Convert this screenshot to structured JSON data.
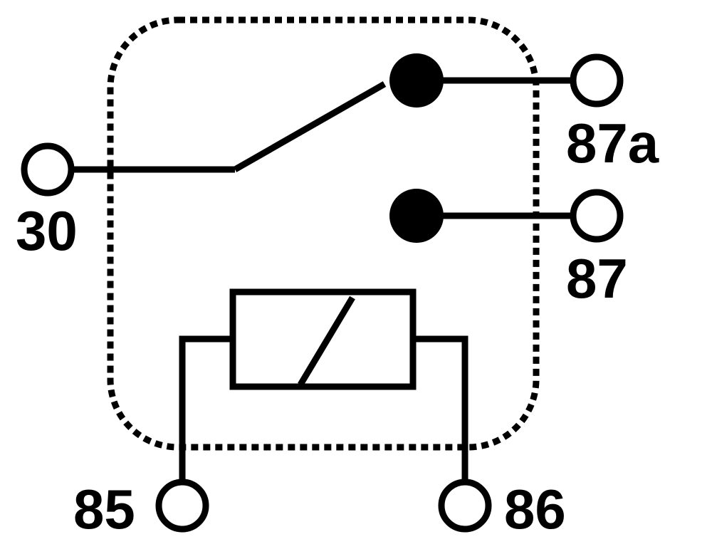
{
  "colors": {
    "ink": "#000000",
    "background": "#ffffff"
  },
  "terminals": {
    "t30": {
      "label": "30"
    },
    "t87a": {
      "label": "87a"
    },
    "t87": {
      "label": "87"
    },
    "t85": {
      "label": "85"
    },
    "t86": {
      "label": "86"
    }
  }
}
